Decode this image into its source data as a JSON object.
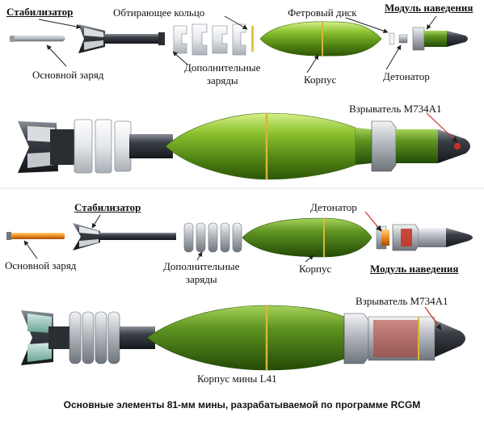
{
  "diagram": {
    "panel_top": {
      "labels": {
        "stabilizer": "Стабилизатор",
        "wiping_ring": "Обтирающее кольцо",
        "felt_disc": "Фетровый диск",
        "guidance_module": "Модуль наведения",
        "main_charge": "Основной заряд",
        "additional_charges": "Дополнительные\nзаряды",
        "body": "Корпус",
        "detonator": "Детонатор",
        "fuze": "Взрыватель  М734А1"
      }
    },
    "panel_bottom": {
      "labels": {
        "stabilizer": "Стабилизатор",
        "detonator": "Детонатор",
        "main_charge": "Основной  заряд",
        "additional_charges": "Дополнительные\nзаряды",
        "body": "Корпус",
        "guidance_module": "Модуль  наведения",
        "fuze": "Взрыватель  М734А1",
        "body_l41": "Корпус мины L41"
      }
    },
    "caption": "Основные элементы 81-мм мины, разрабатываемой по программе RCGM",
    "colors": {
      "body_green": "#6a9e1c",
      "body_highlight": "#c4e66a",
      "metal_dark": "#3c4046",
      "metal_light": "#b9bec4",
      "charge_white": "#e9ecef",
      "band_yellow": "#d8b43a",
      "nose_red": "#c83020",
      "fin_teal": "#8fc6b8",
      "charge_orange": "#f08a1e"
    }
  }
}
